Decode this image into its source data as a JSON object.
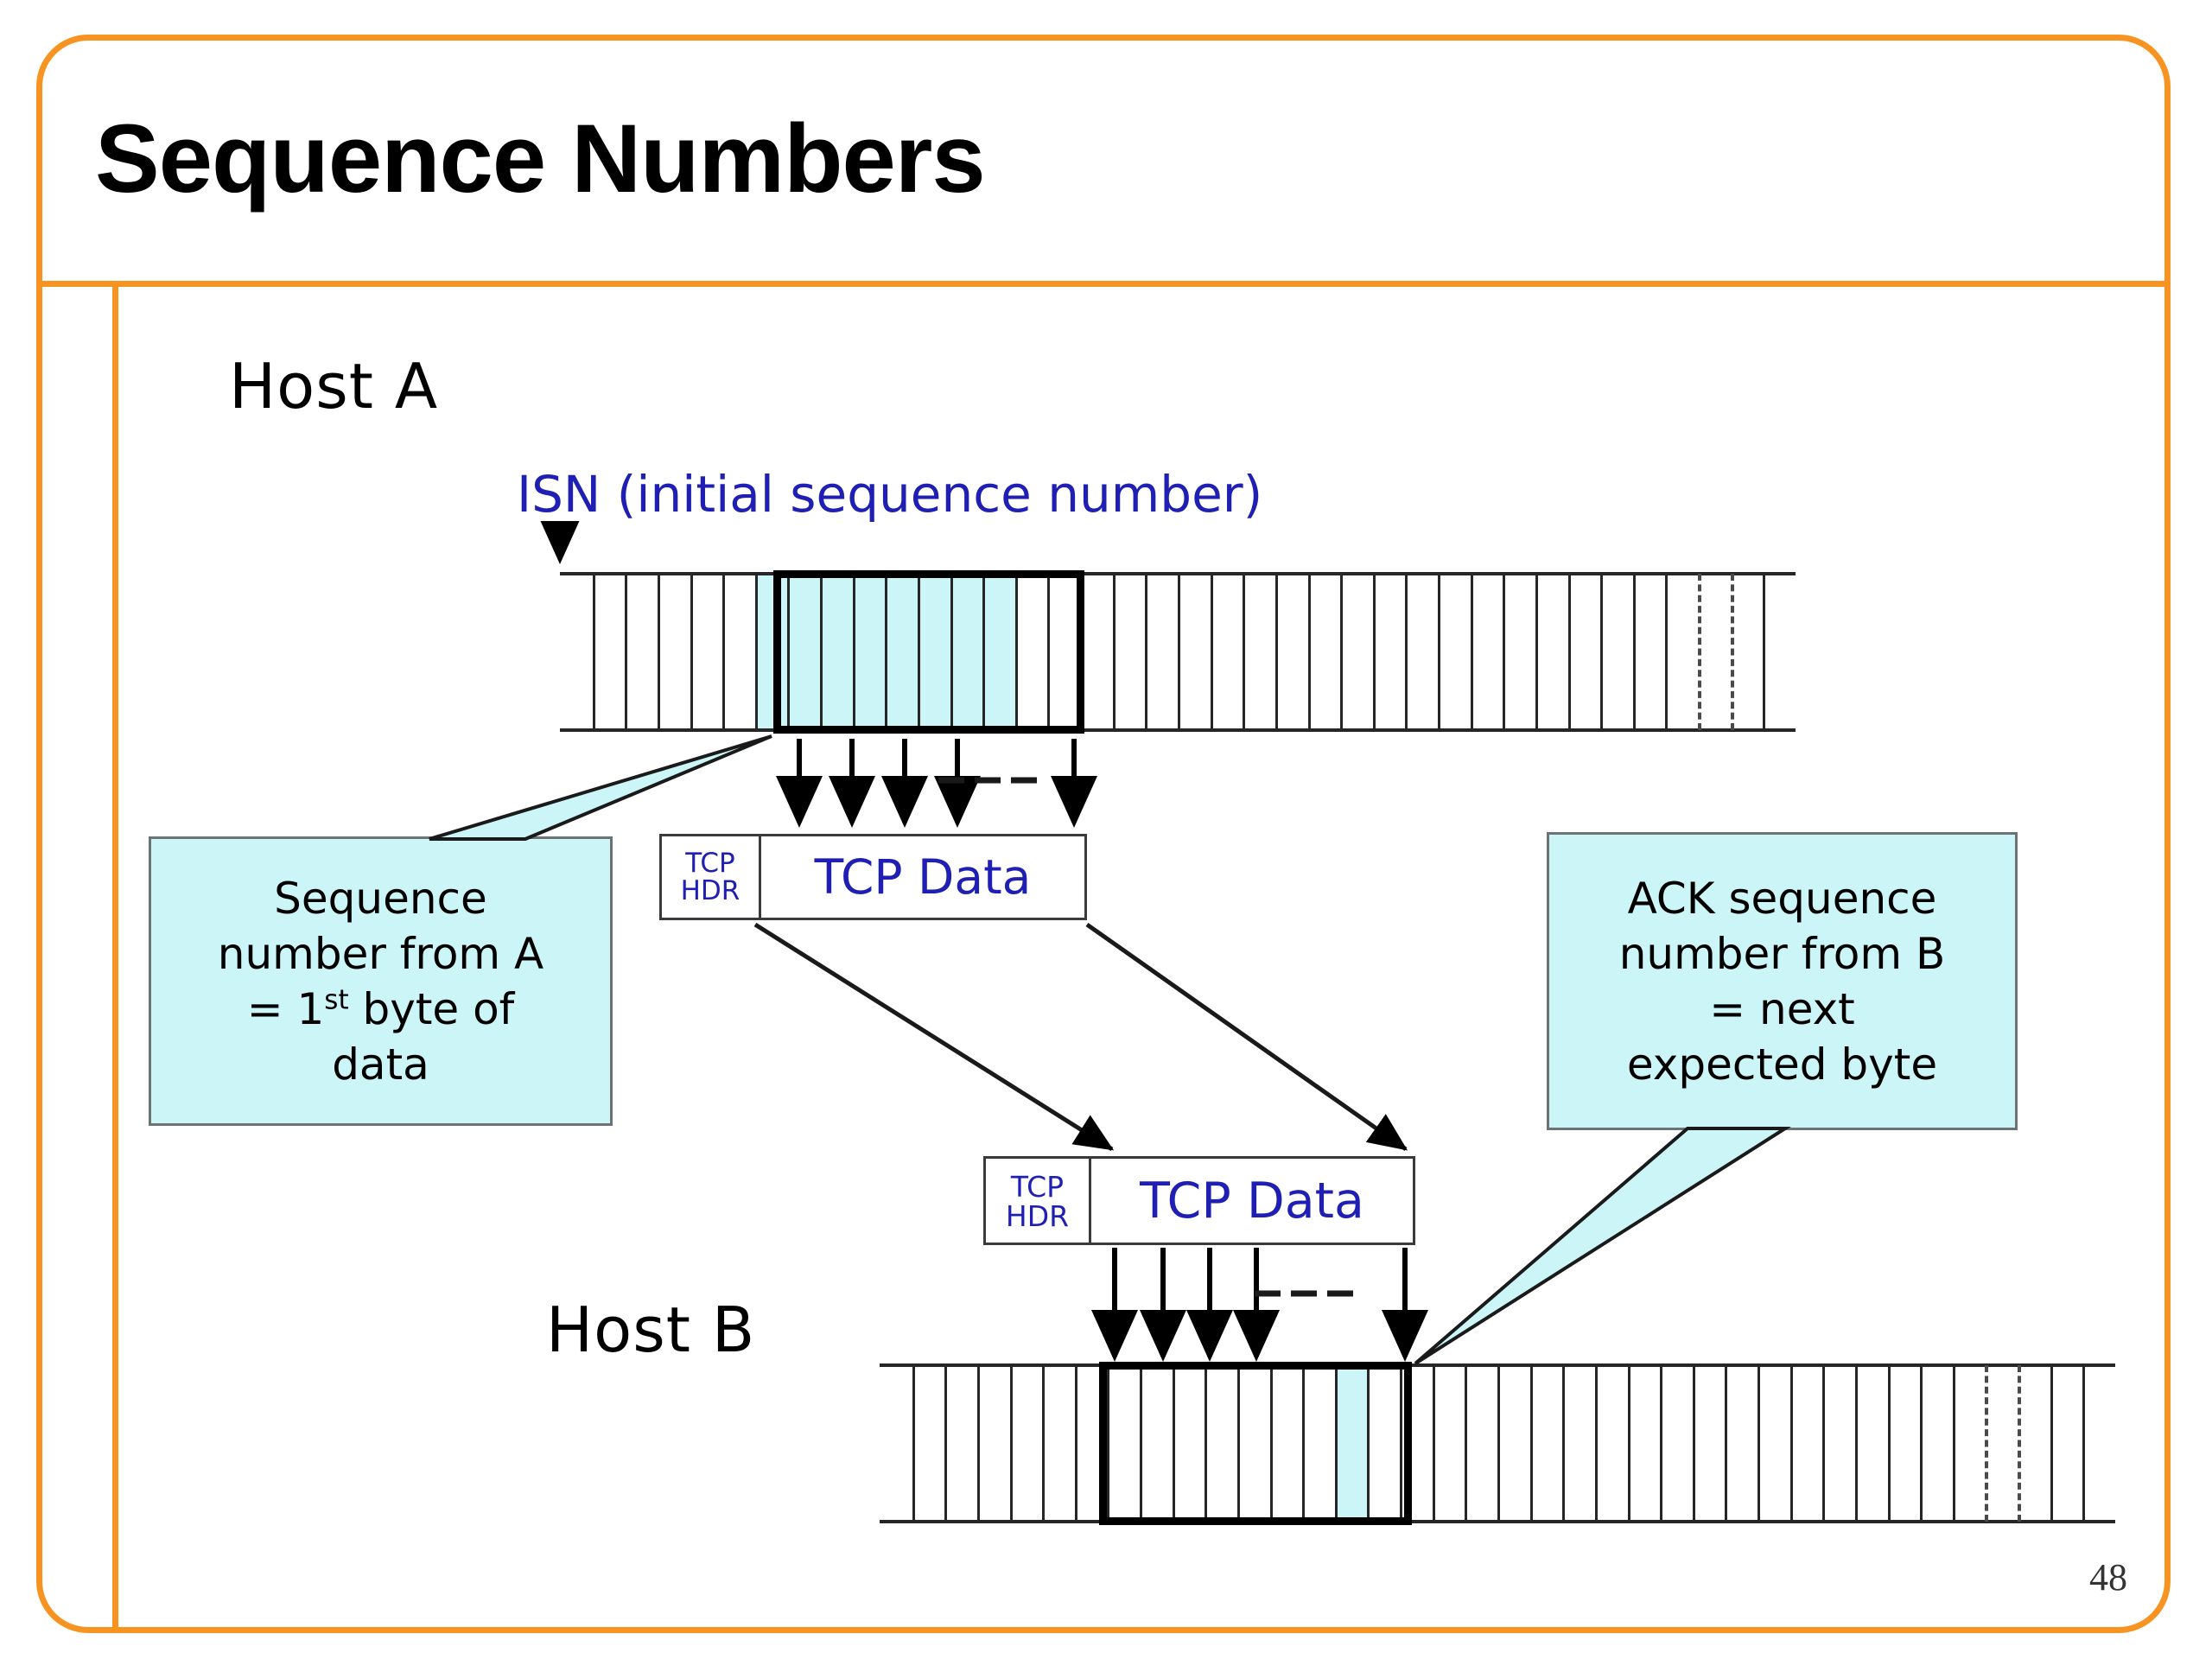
{
  "slide": {
    "title": "Sequence Numbers",
    "page_number": "48",
    "accent_color": "#F79421",
    "highlight_color": "#CCF5F7",
    "label_color": "#1F1FB4"
  },
  "hosts": {
    "a_label": "Host A",
    "b_label": "Host B"
  },
  "annotations": {
    "isn_label": "ISN (initial sequence number)",
    "ellipsis": "– – –"
  },
  "packet_a": {
    "header_line1": "TCP",
    "header_line2": "HDR",
    "payload_label": "TCP Data"
  },
  "packet_b": {
    "header_line1": "TCP",
    "header_line2": "HDR",
    "payload_label": "TCP Data"
  },
  "callout_left": {
    "line1": "Sequence",
    "line2": "number from A",
    "line3_pre": "= 1",
    "line3_sup": "st",
    "line3_post": " byte of",
    "line4": "data"
  },
  "callout_right": {
    "line1": "ACK sequence",
    "line2": "number from B",
    "line3": "= next",
    "line4": "expected byte"
  },
  "stream_a": {
    "cell_count": 38,
    "highlight_start_index": 6,
    "highlight_length": 8,
    "dashed_tick_indices": [
      35,
      36
    ]
  },
  "stream_b": {
    "cell_count": 38,
    "received_start_index": 6,
    "received_length": 8,
    "next_expected_index": 14,
    "dashed_tick_indices": [
      34,
      35
    ]
  }
}
